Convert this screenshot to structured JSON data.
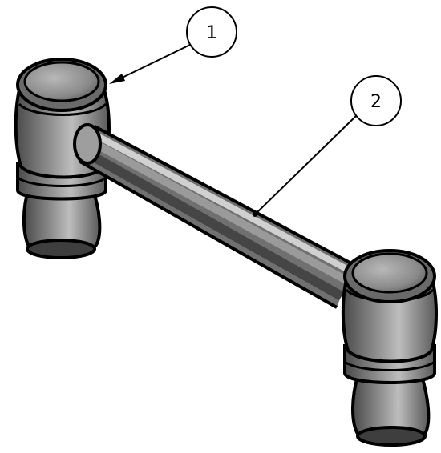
{
  "callouts": [
    {
      "id": "1",
      "label": "1"
    },
    {
      "id": "2",
      "label": "2"
    }
  ],
  "colors": {
    "outline": "#000000",
    "body_dark": "#3a3a3a",
    "body_light": "#d9d9d9",
    "background": "#ffffff"
  }
}
